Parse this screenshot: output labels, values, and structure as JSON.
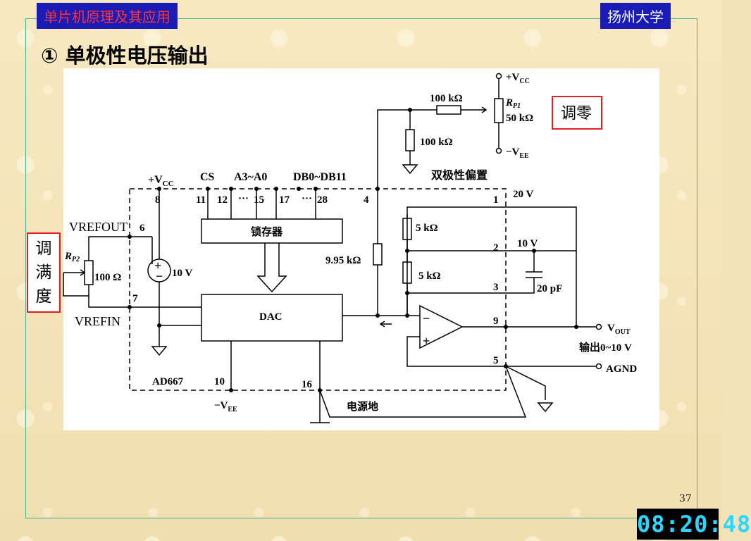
{
  "header": {
    "left_badge": "单片机原理及其应用",
    "right_badge": "扬州大学"
  },
  "slide": {
    "heading": "①  单极性电压输出",
    "page_number": "37"
  },
  "clock": {
    "time": "08:20:48"
  },
  "diagram": {
    "chip_name": "AD667",
    "vcc": "+V",
    "cc_sub": "CC",
    "vee": "−V",
    "ee_sub": "EE",
    "pin_labels": {
      "cs": "CS",
      "addr": "A3~A0",
      "data": "DB0~DB11"
    },
    "pins": {
      "p8": "8",
      "p11": "11",
      "p12": "12",
      "p15": "15",
      "p17": "17",
      "p28": "28",
      "p4": "4",
      "p6": "6",
      "p7": "7",
      "p1": "1",
      "p2": "2",
      "p3": "3",
      "p9": "9",
      "p5": "5",
      "p10": "10",
      "p16": "16",
      "dots1": "···",
      "dots2": "···"
    },
    "blocks": {
      "latch": "锁存器",
      "dac": "DAC"
    },
    "labels": {
      "vrefout": "VREFOUT",
      "vrefin": "VREFIN",
      "rp2": "R",
      "rp2_sub": "P2",
      "r100": "100 Ω",
      "src10v": "10 V",
      "bipolar": "双极性偏置",
      "v20": "20 V",
      "r5a": "5 kΩ",
      "r5b": "5 kΩ",
      "v10": "10 V",
      "cap": "20 pF",
      "r995": "9.95 kΩ",
      "r100k_top": "100 kΩ",
      "r100k_low": "100 kΩ",
      "rp1": "R",
      "rp1_sub": "P1",
      "r50k": "50 kΩ",
      "vout": "V",
      "vout_sub": "OUT",
      "out_range": "输出0~10 V",
      "agnd": "AGND",
      "power_gnd": "电源地"
    },
    "annotations": {
      "zero": "调零",
      "full_scale": [
        "调",
        "满",
        "度"
      ]
    },
    "colors": {
      "annotation_border": "#e02020",
      "wire": "#000000"
    }
  }
}
